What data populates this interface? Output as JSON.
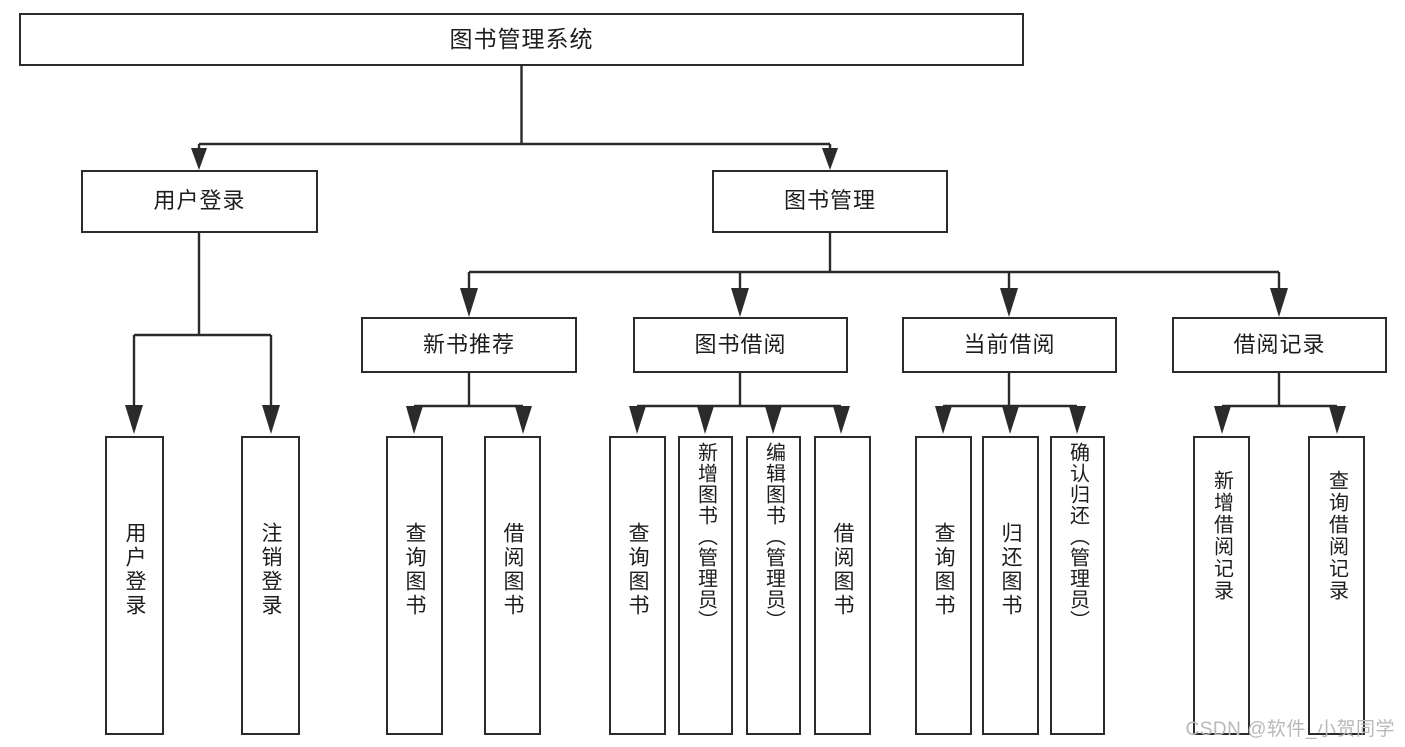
{
  "diagram": {
    "title": "图书管理系统",
    "type": "tree",
    "background_color": "#ffffff",
    "border_color": "#2b2b2b",
    "text_color": "#1d1d1d"
  },
  "nodes": {
    "root": {
      "label": "图书管理系统"
    },
    "level2": [
      {
        "id": "user-login",
        "label": "用户登录"
      },
      {
        "id": "book-manage",
        "label": "图书管理"
      }
    ],
    "level3": [
      {
        "id": "new-book-recommend",
        "label": "新书推荐"
      },
      {
        "id": "book-borrow",
        "label": "图书借阅"
      },
      {
        "id": "current-borrow",
        "label": "当前借阅"
      },
      {
        "id": "borrow-record",
        "label": "借阅记录"
      }
    ],
    "leaves": {
      "user_login": [
        {
          "id": "leaf-user-login",
          "label": "用户登录"
        },
        {
          "id": "leaf-user-logout",
          "label": "注销登录"
        }
      ],
      "new_book_recommend": [
        {
          "id": "leaf-query-book-1",
          "label": "查询图书"
        },
        {
          "id": "leaf-borrow-book-1",
          "label": "借阅图书"
        }
      ],
      "book_borrow": [
        {
          "id": "leaf-query-book-2",
          "label": "查询图书"
        },
        {
          "id": "leaf-add-book",
          "label": "新增图书（管理员）"
        },
        {
          "id": "leaf-edit-book",
          "label": "编辑图书（管理员）"
        },
        {
          "id": "leaf-borrow-book-2",
          "label": "借阅图书"
        }
      ],
      "current_borrow": [
        {
          "id": "leaf-query-book-3",
          "label": "查询图书"
        },
        {
          "id": "leaf-return-book",
          "label": "归还图书"
        },
        {
          "id": "leaf-confirm-return",
          "label": "确认归还（管理员）"
        }
      ],
      "borrow_record": [
        {
          "id": "leaf-add-record",
          "label": "新增借阅记录"
        },
        {
          "id": "leaf-query-record",
          "label": "查询借阅记录"
        }
      ]
    }
  },
  "watermark": {
    "text": "CSDN @软件_小贺同学"
  }
}
